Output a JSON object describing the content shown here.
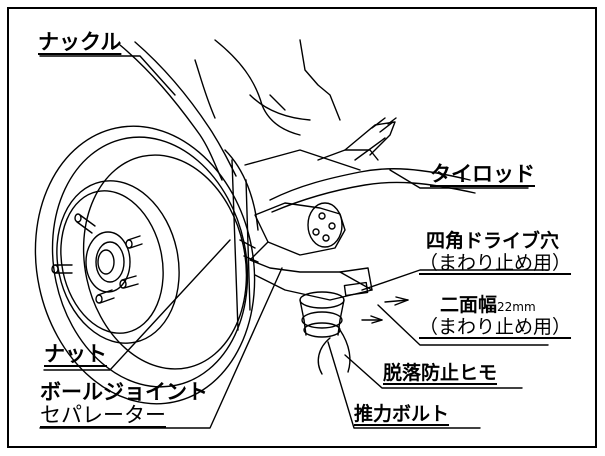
{
  "labels": {
    "knuckle": "ナックル",
    "tie_rod": "タイロッド",
    "square_drive_hole": "四角ドライブ穴",
    "square_drive_hole_note": "（まわり止め用）",
    "width_across_flats_main": "二面幅",
    "width_across_flats_size": "22mm",
    "width_across_flats_note": "（まわり止め用）",
    "nut": "ナット",
    "anti_drop_strap": "脱落防止ヒモ",
    "ball_joint_separator_line1": "ボールジョイント",
    "ball_joint_separator_line2": "セパレーター",
    "thrust_bolt": "推力ボルト"
  }
}
